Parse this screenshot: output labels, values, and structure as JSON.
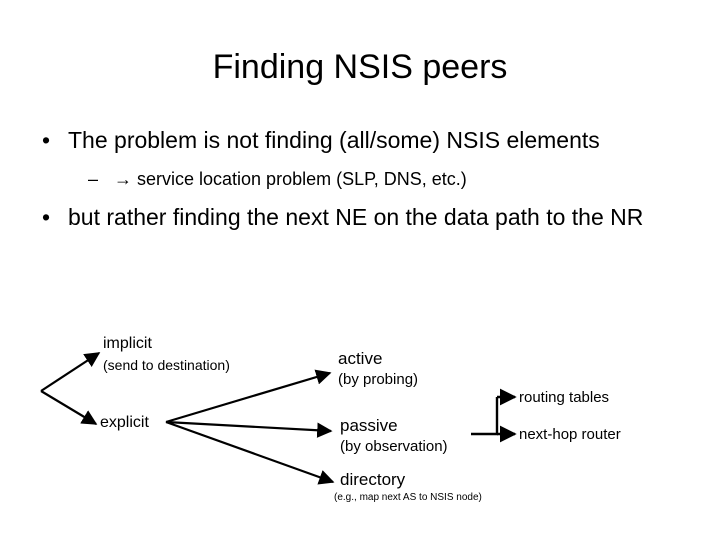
{
  "slide": {
    "title": "Finding NSIS peers",
    "background_color": "#ffffff",
    "text_color": "#000000"
  },
  "bullets": [
    {
      "level": 1,
      "marker": "•",
      "text": "The problem is not finding (all/some) NSIS elements"
    },
    {
      "level": 2,
      "marker": "–",
      "text": "→ service location problem (SLP, DNS, etc.)"
    },
    {
      "level": 1,
      "marker": "•",
      "text": "but rather finding the next NE on the data path to the NR"
    }
  ],
  "diagram": {
    "nodes": [
      {
        "id": "implicit",
        "label": "implicit"
      },
      {
        "id": "implicit-sub",
        "label": "(send to destination)"
      },
      {
        "id": "explicit",
        "label": "explicit"
      },
      {
        "id": "active",
        "label": "active"
      },
      {
        "id": "active-sub",
        "label": "(by probing)"
      },
      {
        "id": "passive",
        "label": "passive"
      },
      {
        "id": "passive-sub",
        "label": "(by observation)"
      },
      {
        "id": "directory",
        "label": "directory"
      },
      {
        "id": "directory-sub",
        "label": "(e.g., map next AS to NSIS node)"
      },
      {
        "id": "routing-tables",
        "label": "routing tables"
      },
      {
        "id": "next-hop-router",
        "label": "next-hop router"
      }
    ]
  }
}
